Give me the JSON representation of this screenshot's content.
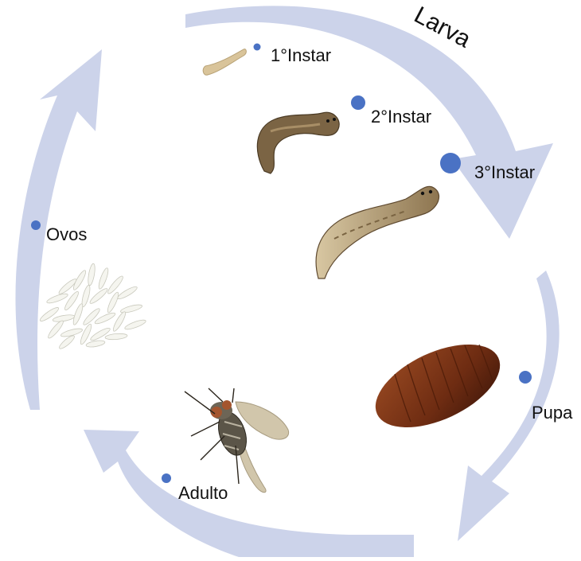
{
  "colors": {
    "arrow": "#ccd3ea",
    "dot": "#4a72c4",
    "label": "#111111",
    "larva_body": "#b9a37b",
    "larva_dark": "#5f4a30",
    "pupa": "#7a3418",
    "egg": "#f4f4ee"
  },
  "stages": {
    "larva_title": "Larva",
    "instar_1": "1°Instar",
    "instar_2": "2°Instar",
    "instar_3": "3°Instar",
    "pupa": "Pupa",
    "adult": "Adulto",
    "eggs": "Ovos"
  },
  "icons": [
    "larva-1-icon",
    "larva-2-icon",
    "larva-3-icon",
    "pupa-icon",
    "fly-icon",
    "eggs-icon"
  ]
}
